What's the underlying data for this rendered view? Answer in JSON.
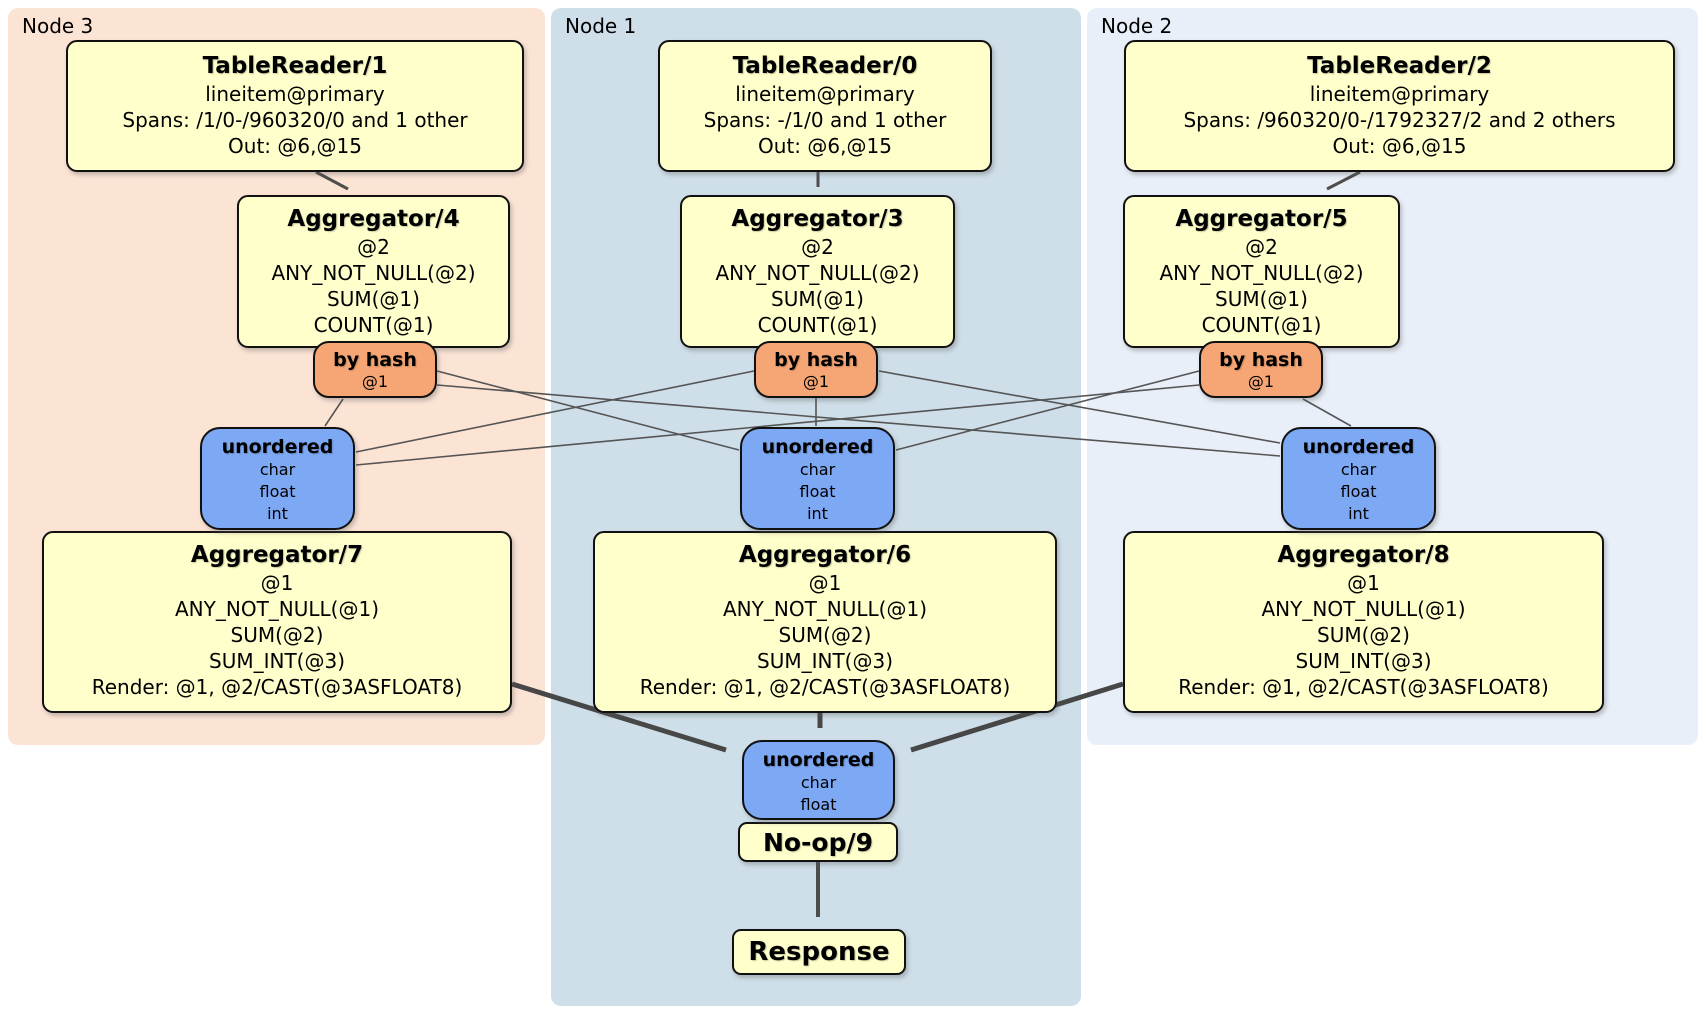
{
  "colors": {
    "node3_bg": "#fce4d5",
    "node1_bg": "#cfdfe9",
    "node2_bg": "#e9eff8",
    "operator_box_fill": "#ffffcc",
    "router_fill": "#f6a674",
    "sync_fill": "#7da8f3",
    "edge": "#4d4d4d"
  },
  "node3": {
    "label": "Node 3",
    "table_reader": {
      "title": "TableReader/1",
      "index": "lineitem@primary",
      "spans": "Spans: /1/0-/960320/0 and 1 other",
      "out": "Out: @6,@15"
    },
    "agg_top": {
      "title": "Aggregator/4",
      "group": "@2",
      "fns": [
        "ANY_NOT_NULL(@2)",
        "SUM(@1)",
        "COUNT(@1)"
      ]
    },
    "router": {
      "title": "by hash",
      "key": "@1"
    },
    "sync": {
      "title": "unordered",
      "cols": [
        "char",
        "float",
        "int"
      ]
    },
    "agg_bottom": {
      "title": "Aggregator/7",
      "group": "@1",
      "fns": [
        "ANY_NOT_NULL(@1)",
        "SUM(@2)",
        "SUM_INT(@3)"
      ],
      "render": "Render: @1, @2/CAST(@3ASFLOAT8)"
    }
  },
  "node1": {
    "label": "Node 1",
    "table_reader": {
      "title": "TableReader/0",
      "index": "lineitem@primary",
      "spans": "Spans: -/1/0 and 1 other",
      "out": "Out: @6,@15"
    },
    "agg_top": {
      "title": "Aggregator/3",
      "group": "@2",
      "fns": [
        "ANY_NOT_NULL(@2)",
        "SUM(@1)",
        "COUNT(@1)"
      ]
    },
    "router": {
      "title": "by hash",
      "key": "@1"
    },
    "sync": {
      "title": "unordered",
      "cols": [
        "char",
        "float",
        "int"
      ]
    },
    "agg_bottom": {
      "title": "Aggregator/6",
      "group": "@1",
      "fns": [
        "ANY_NOT_NULL(@1)",
        "SUM(@2)",
        "SUM_INT(@3)"
      ],
      "render": "Render: @1, @2/CAST(@3ASFLOAT8)"
    },
    "final_sync": {
      "title": "unordered",
      "cols": [
        "char",
        "float"
      ]
    },
    "noop": {
      "title": "No-op/9"
    },
    "response": {
      "title": "Response"
    }
  },
  "node2": {
    "label": "Node 2",
    "table_reader": {
      "title": "TableReader/2",
      "index": "lineitem@primary",
      "spans": "Spans: /960320/0-/1792327/2 and 2 others",
      "out": "Out: @6,@15"
    },
    "agg_top": {
      "title": "Aggregator/5",
      "group": "@2",
      "fns": [
        "ANY_NOT_NULL(@2)",
        "SUM(@1)",
        "COUNT(@1)"
      ]
    },
    "router": {
      "title": "by hash",
      "key": "@1"
    },
    "sync": {
      "title": "unordered",
      "cols": [
        "char",
        "float",
        "int"
      ]
    },
    "agg_bottom": {
      "title": "Aggregator/8",
      "group": "@1",
      "fns": [
        "ANY_NOT_NULL(@1)",
        "SUM(@2)",
        "SUM_INT(@3)"
      ],
      "render": "Render: @1, @2/CAST(@3ASFLOAT8)"
    }
  }
}
